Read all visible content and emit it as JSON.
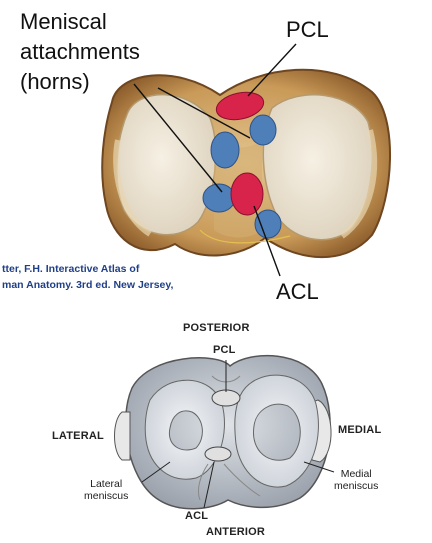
{
  "top_panel": {
    "labels": {
      "meniscal_line1": "Meniscal",
      "meniscal_line2": "attachments",
      "meniscal_line3": "(horns)",
      "pcl": "PCL",
      "acl": "ACL"
    },
    "citation": {
      "line1": "tter, F.H.  Interactive Atlas of",
      "line2": "man Anatomy. 3rd ed. New Jersey,"
    },
    "colors": {
      "ligament_red": "#d8244a",
      "horn_blue": "#4f7fb8",
      "bone_tan": "#c9a66b"
    }
  },
  "bottom_panel": {
    "labels": {
      "posterior": "POSTERIOR",
      "pcl": "PCL",
      "lateral": "LATERAL",
      "medial": "MEDIAL",
      "lateral_meniscus_line1": "Lateral",
      "lateral_meniscus_line2": "meniscus",
      "medial_meniscus_line1": "Medial",
      "medial_meniscus_line2": "meniscus",
      "acl": "ACL",
      "anterior": "ANTERIOR"
    }
  }
}
